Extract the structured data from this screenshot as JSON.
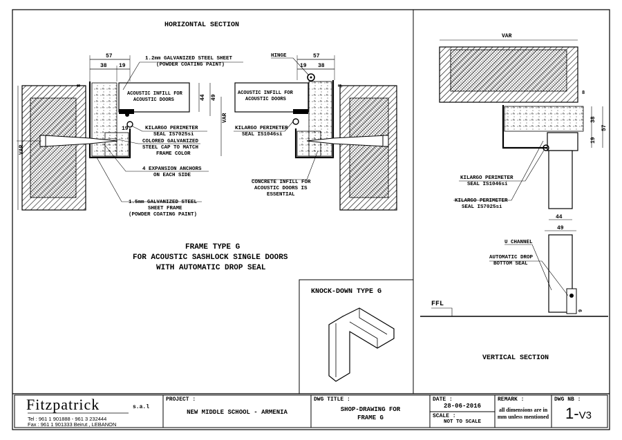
{
  "horizontal_section": {
    "title": "HORIZONTAL SECTION",
    "dims": {
      "d57": "57",
      "d38": "38",
      "d19": "19",
      "d8": "8",
      "d44": "44",
      "d49": "49",
      "var": "VAR",
      "d19b": "19"
    },
    "labels": {
      "sheet_a": "1.2mm GALVANIZED STEEL SHEET",
      "sheet_b": "(POWDER COATING PAINT)",
      "hinge": "HINGE",
      "infill_l1": "ACOUSTIC INFILL FOR",
      "infill_l2": "ACOUSTIC DOORS",
      "infill_r1": "ACOUSTIC INFILL FOR",
      "infill_r2": "ACOUSTIC DOORS",
      "kilargo_l1": "KILARGO PERIMETER",
      "kilargo_l2": "SEAL IS7025si",
      "kilargo_r1": "KILARGO PERIMETER",
      "kilargo_r2": "SEAL IS1046si",
      "cap1": "COLORED GALVANIZED",
      "cap2": "STEEL CAP TO MATCH",
      "cap3": "FRAME COLOR",
      "anchors1": "4 EXPANSION ANCHORS",
      "anchors2": "ON EACH SIDE",
      "concrete1": "CONCRETE INFILL FOR",
      "concrete2": "ACOUSTIC DOORS IS",
      "concrete3": "ESSENTIAL",
      "frame1": "1.5mm GALVANIZED STEEL",
      "frame2": "SHEET FRAME",
      "frame3": "(POWDER COATING PAINT)"
    }
  },
  "frame_title": {
    "line1": "FRAME TYPE G",
    "line2": "FOR ACOUSTIC SASHLOCK SINGLE DOORS",
    "line3": "WITH AUTOMATIC DROP SEAL"
  },
  "knockdown": {
    "title": "KNOCK-DOWN TYPE G"
  },
  "vertical_section": {
    "title": "VERTICAL SECTION",
    "var": "VAR",
    "dims": {
      "d8": "8",
      "d38": "38",
      "d57": "57",
      "d19": "19",
      "d44": "44",
      "d49": "49",
      "d9": "9"
    },
    "labels": {
      "kilargo_a1": "KILARGO PERIMETER",
      "kilargo_a2": "SEAL IS1046si",
      "kilargo_b1": "KILARGO PERIMETER",
      "kilargo_b2": "SEAL IS7025si",
      "uchannel": "U CHANNEL",
      "drop1": "AUTOMATIC DROP",
      "drop2": "BOTTOM SEAL",
      "ffl": "FFL"
    }
  },
  "title_block": {
    "company": "Fitzpatrick",
    "company_suffix": "s.a.l",
    "tel": "Tel : 961 1 901888  -  961 3 232444",
    "fax": "Fax : 961 1 901333   Beirut ,  LEBANON",
    "project_label": "PROJECT :",
    "project_value": "NEW MIDDLE SCHOOL - ARMENIA",
    "dwg_title_label": "DWG TITLE :",
    "dwg_title_line1": "SHOP-DRAWING FOR",
    "dwg_title_line2": "FRAME G",
    "date_label": "DATE :",
    "date_value": "28-06-2016",
    "scale_label": "SCALE :",
    "scale_value": "NOT TO SCALE",
    "remark_label": "REMARK :",
    "remark_line1": "all dimensions are in",
    "remark_line2": "mm unless mentioned",
    "dwg_nb_label": "DWG NB :",
    "dwg_nb_main": "1-",
    "dwg_nb_sub": "V3"
  }
}
